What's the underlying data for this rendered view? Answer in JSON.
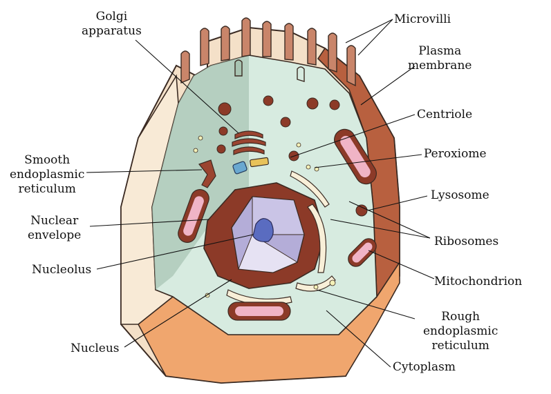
{
  "labels": {
    "golgi": [
      "Golgi",
      "apparatus"
    ],
    "smooth_er": [
      "Smooth",
      "endoplasmic",
      "reticulum"
    ],
    "nuclear_envelope": [
      "Nuclear",
      "envelope"
    ],
    "nucleolus": "Nucleolus",
    "nucleus": "Nucleus",
    "microvilli": "Microvilli",
    "plasma_membrane": [
      "Plasma",
      "membrane"
    ],
    "centriole": "Centriole",
    "peroxiome": "Peroxiome",
    "lysosome": "Lysosome",
    "ribosomes": "Ribosomes",
    "mitochondrion": "Mitochondrion",
    "rough_er": [
      "Rough",
      "endoplasmic",
      "reticulum"
    ],
    "cytoplasm": "Cytoplasm"
  },
  "colors": {
    "cytoplasm": "#d7ebe0",
    "cytoplasm_shade": "#a9c6b5",
    "membrane": "#b65e3e",
    "membrane_dark": "#7c3424",
    "outer_wall_light": "#f6e6d2",
    "outer_wall_orange": "#f4b07e",
    "organelle": "#8c3a28",
    "nucleus_interior": "#b4add8",
    "nucleolus": "#5a6cc0",
    "vesicle": "#f4f1b8"
  }
}
